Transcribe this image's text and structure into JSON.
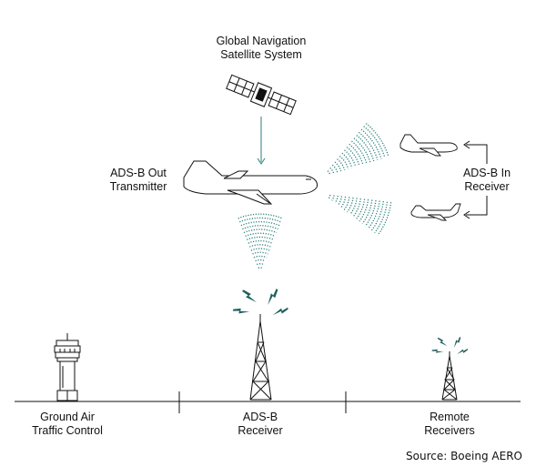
{
  "labels": {
    "satellite": "Global Navigation\nSatellite System",
    "transmitter": "ADS-B Out\nTransmitter",
    "receiver_in": "ADS-B In\nReceiver",
    "ground_control": "Ground Air\nTraffic Control",
    "adsb_receiver": "ADS-B\nReceiver",
    "remote_receivers": "Remote\nReceivers"
  },
  "source": "Source: Boeing AERO",
  "colors": {
    "ink": "#111111",
    "signal": "#2a7f7a",
    "lightning": "#1f5f5c"
  },
  "icons": [
    "satellite-icon",
    "airplane-icon",
    "tower-icon",
    "control-tower-icon",
    "signal-wave-icon",
    "lightning-icon"
  ]
}
